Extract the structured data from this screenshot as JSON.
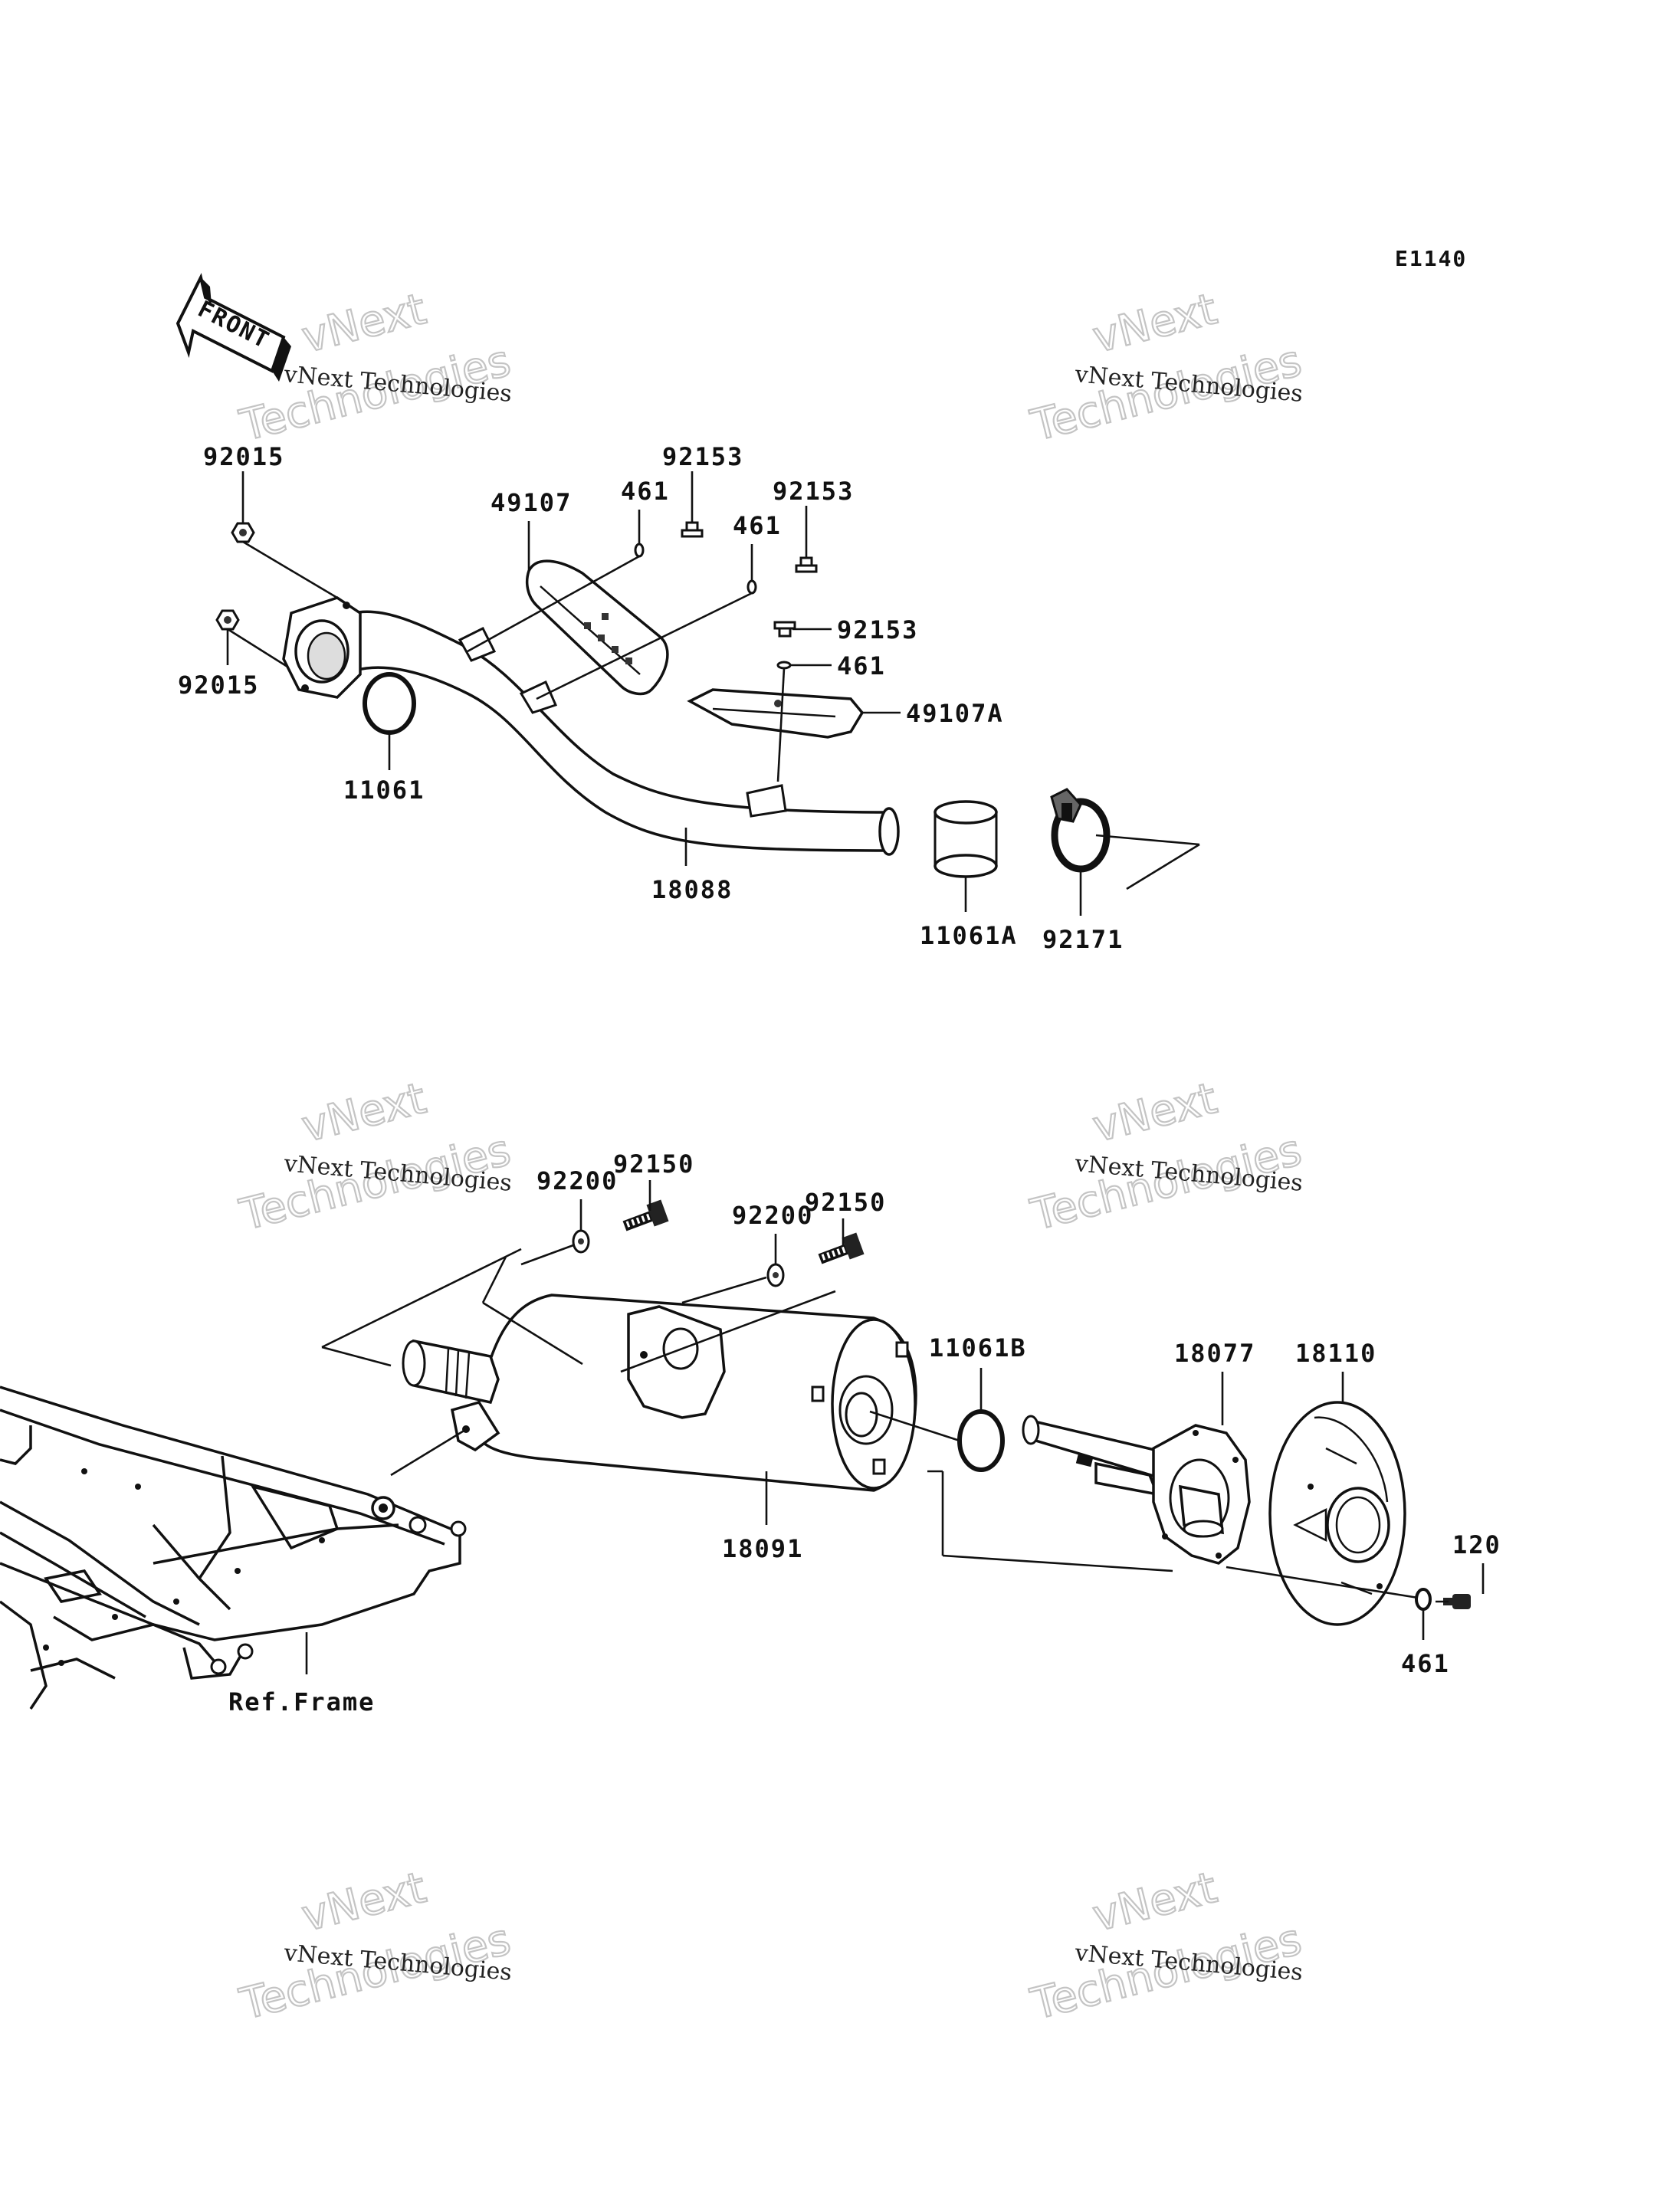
{
  "diagram_code": "E1140",
  "front_label": "FRONT",
  "ref_frame": "Ref.Frame",
  "watermark": {
    "line1": "vNext",
    "line2": "vNext Technologies",
    "line3": "Technologies"
  },
  "labels": {
    "p92015a": "92015",
    "p92015b": "92015",
    "p11061": "11061",
    "p49107": "49107",
    "p461a": "461",
    "p92153a": "92153",
    "p92153b": "92153",
    "p461b": "461",
    "p92153c": "92153",
    "p461c": "461",
    "p49107a": "49107A",
    "p18088": "18088",
    "p11061a": "11061A",
    "p92171": "92171",
    "p92150a": "92150",
    "p92200a": "92200",
    "p92150b": "92150",
    "p92200b": "92200",
    "p11061b": "11061B",
    "p18077": "18077",
    "p18110": "18110",
    "p18091": "18091",
    "p120": "120",
    "p461d": "461"
  }
}
